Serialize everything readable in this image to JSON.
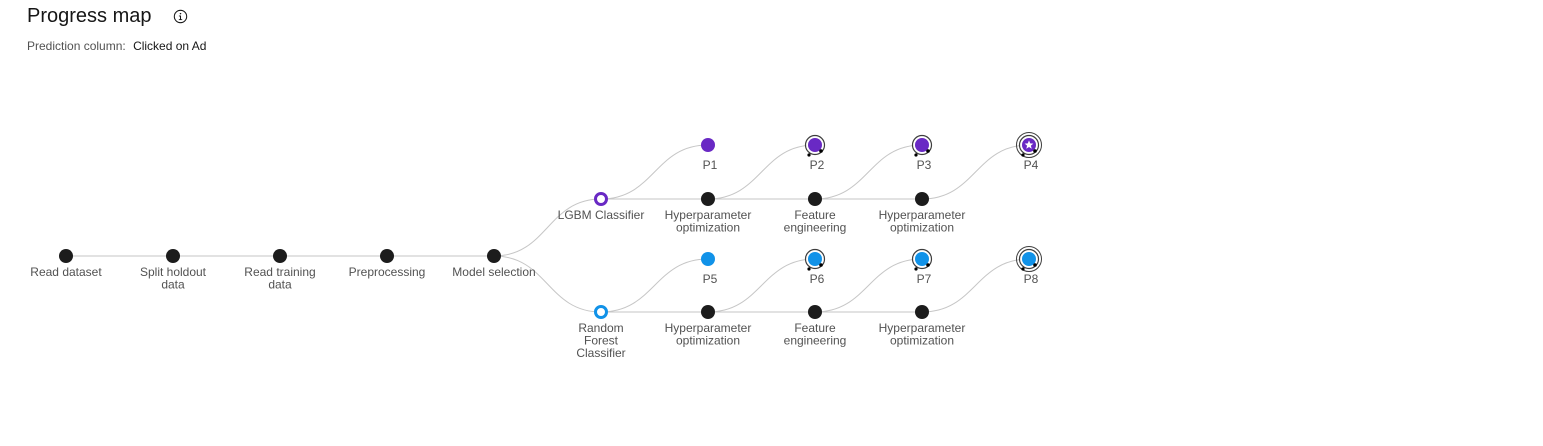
{
  "header": {
    "title": "Progress map",
    "info_icon": "information-icon",
    "prediction_label": "Prediction column:",
    "prediction_value": "Clicked on Ad"
  },
  "colors": {
    "node": "#1c1c1c",
    "edge": "#c6c6c6",
    "lgbm": "#6929c4",
    "rf": "#1192e8",
    "label": "#525252"
  },
  "graph": {
    "nodes": [
      {
        "id": "read",
        "lines": [
          "Read dataset"
        ],
        "kind": "step"
      },
      {
        "id": "split",
        "lines": [
          "Split holdout",
          "data"
        ],
        "kind": "step"
      },
      {
        "id": "train",
        "lines": [
          "Read training",
          "data"
        ],
        "kind": "step"
      },
      {
        "id": "prep",
        "lines": [
          "Preprocessing"
        ],
        "kind": "step"
      },
      {
        "id": "msel",
        "lines": [
          "Model selection"
        ],
        "kind": "step"
      },
      {
        "id": "lgbm",
        "lines": [
          "LGBM Classifier"
        ],
        "kind": "estimator",
        "color": "lgbm"
      },
      {
        "id": "lh1",
        "lines": [
          "Hyperparameter",
          "optimization"
        ],
        "kind": "step"
      },
      {
        "id": "lfe",
        "lines": [
          "Feature",
          "engineering"
        ],
        "kind": "step"
      },
      {
        "id": "lh2",
        "lines": [
          "Hyperparameter",
          "optimization"
        ],
        "kind": "step"
      },
      {
        "id": "p1",
        "lines": [
          "P1"
        ],
        "kind": "pipeline",
        "color": "lgbm",
        "rings": 0
      },
      {
        "id": "p2",
        "lines": [
          "P2"
        ],
        "kind": "pipeline",
        "color": "lgbm",
        "rings": 1
      },
      {
        "id": "p3",
        "lines": [
          "P3"
        ],
        "kind": "pipeline",
        "color": "lgbm",
        "rings": 1
      },
      {
        "id": "p4",
        "lines": [
          "P4"
        ],
        "kind": "pipeline",
        "color": "lgbm",
        "rings": 2,
        "star": true
      },
      {
        "id": "rf",
        "lines": [
          "Random",
          "Forest",
          "Classifier"
        ],
        "kind": "estimator",
        "color": "rf"
      },
      {
        "id": "rh1",
        "lines": [
          "Hyperparameter",
          "optimization"
        ],
        "kind": "step"
      },
      {
        "id": "rfe",
        "lines": [
          "Feature",
          "engineering"
        ],
        "kind": "step"
      },
      {
        "id": "rh2",
        "lines": [
          "Hyperparameter",
          "optimization"
        ],
        "kind": "step"
      },
      {
        "id": "p5",
        "lines": [
          "P5"
        ],
        "kind": "pipeline",
        "color": "rf",
        "rings": 0
      },
      {
        "id": "p6",
        "lines": [
          "P6"
        ],
        "kind": "pipeline",
        "color": "rf",
        "rings": 1
      },
      {
        "id": "p7",
        "lines": [
          "P7"
        ],
        "kind": "pipeline",
        "color": "rf",
        "rings": 1
      },
      {
        "id": "p8",
        "lines": [
          "P8"
        ],
        "kind": "pipeline",
        "color": "rf",
        "rings": 2
      }
    ],
    "edges": [
      [
        "read",
        "split"
      ],
      [
        "split",
        "train"
      ],
      [
        "train",
        "prep"
      ],
      [
        "prep",
        "msel"
      ],
      [
        "msel",
        "lgbm"
      ],
      [
        "msel",
        "rf"
      ],
      [
        "lgbm",
        "lh1"
      ],
      [
        "lh1",
        "lfe"
      ],
      [
        "lfe",
        "lh2"
      ],
      [
        "lgbm",
        "p1"
      ],
      [
        "lh1",
        "p2"
      ],
      [
        "lfe",
        "p3"
      ],
      [
        "lh2",
        "p4"
      ],
      [
        "rf",
        "rh1"
      ],
      [
        "rh1",
        "rfe"
      ],
      [
        "rfe",
        "rh2"
      ],
      [
        "rf",
        "p5"
      ],
      [
        "rh1",
        "p6"
      ],
      [
        "rfe",
        "p7"
      ],
      [
        "rh2",
        "p8"
      ]
    ]
  }
}
